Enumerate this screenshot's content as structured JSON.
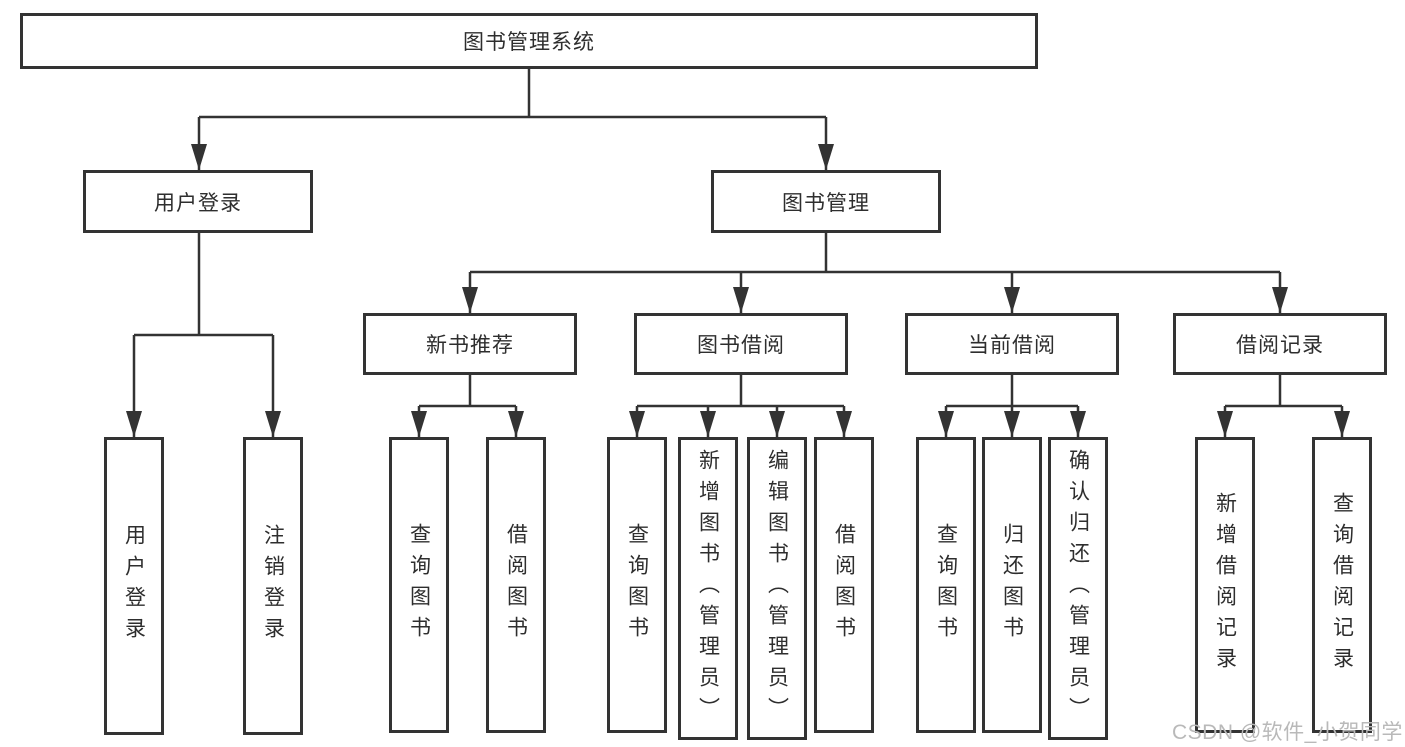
{
  "colors": {
    "line": "#333333",
    "border": "#333333",
    "text": "#2e2e2e",
    "watermark": "#b9b9b9",
    "background": "#ffffff"
  },
  "watermark": {
    "text": "CSDN @软件_小贺同学"
  },
  "diagram": {
    "root": {
      "label": "图书管理系统"
    },
    "level1": [
      {
        "label": "用户登录"
      },
      {
        "label": "图书管理"
      }
    ],
    "level2": [
      {
        "label": "新书推荐",
        "parent": "图书管理"
      },
      {
        "label": "图书借阅",
        "parent": "图书管理"
      },
      {
        "label": "当前借阅",
        "parent": "图书管理"
      },
      {
        "label": "借阅记录",
        "parent": "图书管理"
      }
    ],
    "leaves": {
      "user_login": [
        {
          "label": "用户登录"
        },
        {
          "label": "注销登录"
        }
      ],
      "new_book_recommend": [
        {
          "label": "查询图书"
        },
        {
          "label": "借阅图书"
        }
      ],
      "book_borrow": [
        {
          "label": "查询图书"
        },
        {
          "label": "新增图书（管理员）"
        },
        {
          "label": "编辑图书（管理员）"
        },
        {
          "label": "借阅图书"
        }
      ],
      "current_borrow": [
        {
          "label": "查询图书"
        },
        {
          "label": "归还图书"
        },
        {
          "label": "确认归还（管理员）"
        }
      ],
      "borrow_records": [
        {
          "label": "新增借阅记录"
        },
        {
          "label": "查询借阅记录"
        }
      ]
    }
  }
}
